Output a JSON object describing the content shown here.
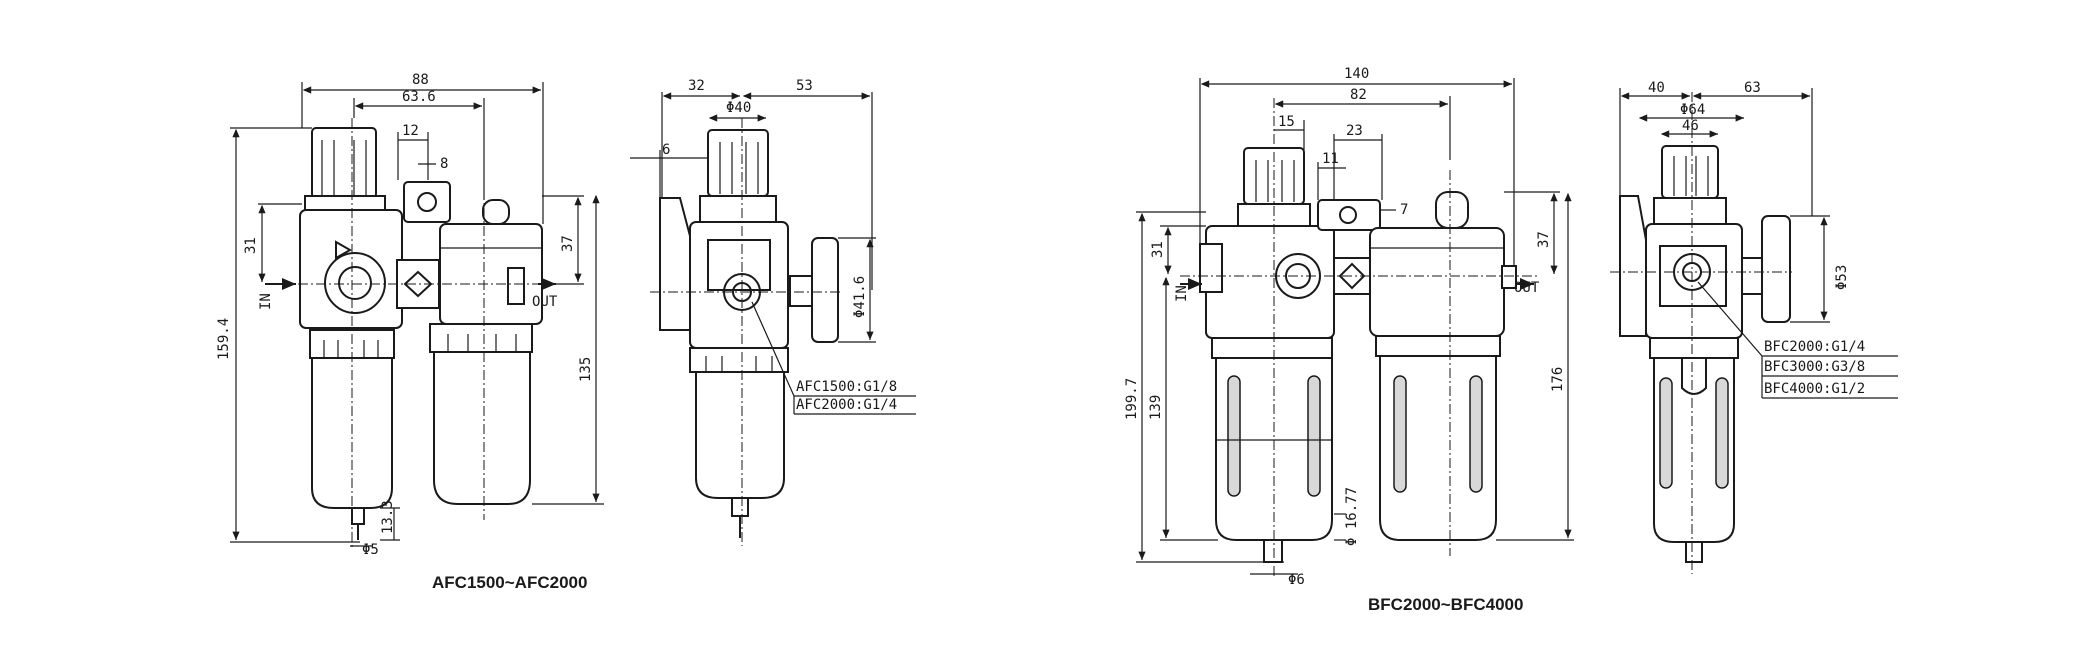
{
  "left_group": {
    "caption": "AFC1500~AFC2000",
    "front": {
      "dims": {
        "width_total": "88",
        "width_inner": "63.6",
        "d12": "12",
        "d8": "8",
        "d31": "31",
        "d37": "37",
        "height_total": "159.4",
        "height_135": "135",
        "d13": "13.3",
        "phi5": "Φ5"
      },
      "port_in": "IN",
      "port_out": "OUT"
    },
    "side": {
      "dims": {
        "d32": "32",
        "d53": "53",
        "phi40": "Φ40",
        "d6": "6",
        "phi41": "Φ41.6"
      },
      "port_notes": [
        "AFC1500:G1/8",
        "AFC2000:G1/4"
      ]
    }
  },
  "right_group": {
    "caption": "BFC2000~BFC4000",
    "front": {
      "dims": {
        "width_total": "140",
        "width_inner": "82",
        "d15": "15",
        "d23": "23",
        "d11": "11",
        "d7": "7",
        "d31": "31",
        "d37": "37",
        "height_total": "199.7",
        "height_139": "139",
        "height_176": "176",
        "d16": "Φ 16.77",
        "phi6": "Φ6"
      },
      "port_in": "IN",
      "port_out": "OUT"
    },
    "side": {
      "dims": {
        "d40": "40",
        "d63": "63",
        "phi64": "Φ64",
        "d46": "46",
        "phi53": "Φ53"
      },
      "port_notes": [
        "BFC2000:G1/4",
        "BFC3000:G3/8",
        "BFC4000:G1/2"
      ]
    }
  }
}
